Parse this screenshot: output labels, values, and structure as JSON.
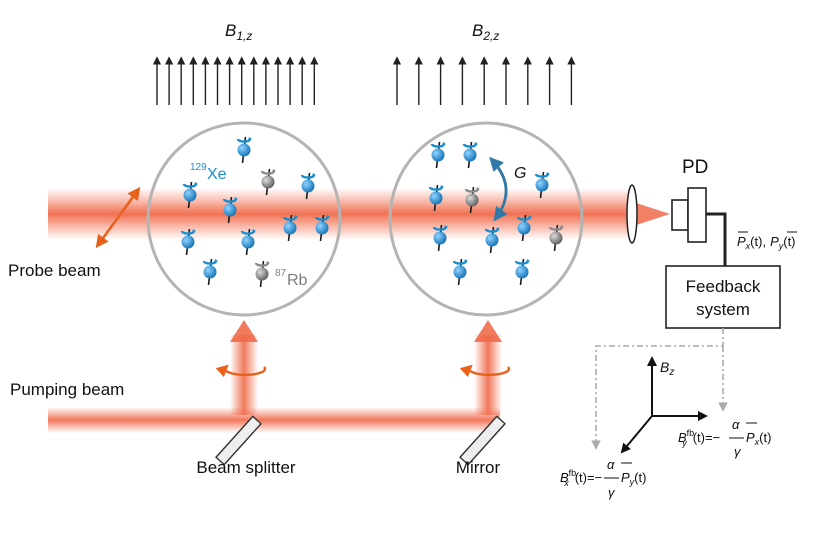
{
  "fields": {
    "b1_label": "B",
    "b1_sub": "1,z",
    "b2_label": "B",
    "b2_sub": "2,z"
  },
  "cell1": {
    "xe_mass": "129",
    "xe_label": "Xe",
    "rb_mass": "87",
    "rb_label": "Rb"
  },
  "cell2": {
    "gradient_label": "G"
  },
  "labels": {
    "probe_beam": "Probe beam",
    "pumping_beam": "Pumping beam",
    "beam_splitter": "Beam splitter",
    "mirror": "Mirror",
    "photodetector": "PD",
    "feedback_line1": "Feedback",
    "feedback_line2": "system"
  },
  "signals": {
    "px": "P",
    "px_sub": "x",
    "px_arg": "(t),",
    "py": "P",
    "py_sub": "y",
    "py_arg": "(t)"
  },
  "axes": {
    "bz": "B",
    "bz_sub": "z"
  },
  "feedback_fields": {
    "by_B": "B",
    "by_sup": "fb",
    "by_sub": "y",
    "by_eq": "(t)=−",
    "by_alpha": "α",
    "by_gamma": "γ",
    "by_P": "P",
    "by_psub": "x",
    "by_parg": "(t)",
    "bx_B": "B",
    "bx_sup": "fb",
    "bx_sub": "x",
    "bx_eq": "(t)=−",
    "bx_alpha": "α",
    "bx_gamma": "γ",
    "bx_P": "P",
    "bx_psub": "y",
    "bx_parg": "(t)"
  },
  "colors": {
    "beam": "#f06a4a",
    "xe_blue": "#1a8fd0",
    "rb_gray": "#7d7d7d",
    "cell_outline": "#b4b4b4",
    "polarization_orange": "#e8621c",
    "dashed_gray": "#aaaaaa"
  }
}
